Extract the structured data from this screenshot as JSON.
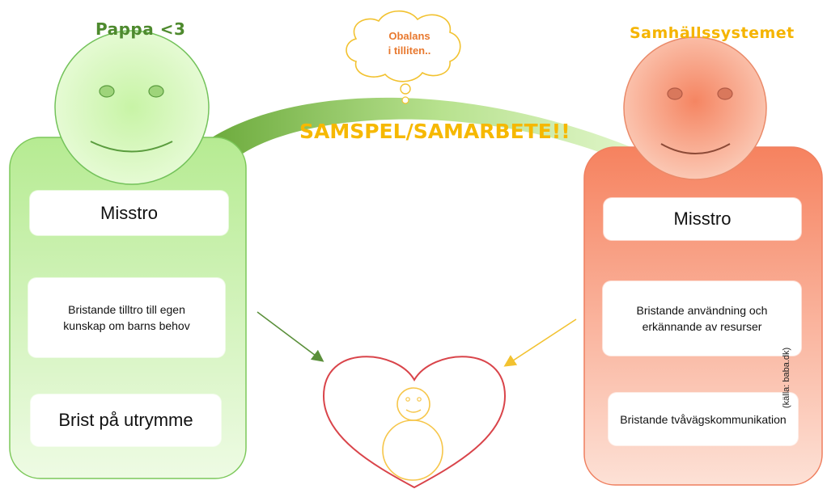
{
  "left_actor": {
    "title": "Pappa <3",
    "boxes": [
      "Misstro",
      "Bristande tilltro till egen kunskap om barns behov",
      "Brist på utrymme"
    ]
  },
  "right_actor": {
    "title": "Samhällssystemet",
    "boxes": [
      "Misstro",
      "Bristande användning och erkännande av resurser",
      "Bristande tvåvägskommunikation"
    ]
  },
  "center": {
    "bridge_label": "SAMSPEL/SAMARBETE!!",
    "thought_line1": "Obalans",
    "thought_line2": "i tilliten..",
    "credit": "(källa: baba.dk)"
  },
  "colors": {
    "green": "#b9ec98",
    "green_dark": "#5fae3a",
    "salmon": "#f7896a",
    "heart": "#d9444a",
    "child": "#f6c64a",
    "yellow_text": "#f6b800",
    "orange_text": "#e8792f"
  }
}
